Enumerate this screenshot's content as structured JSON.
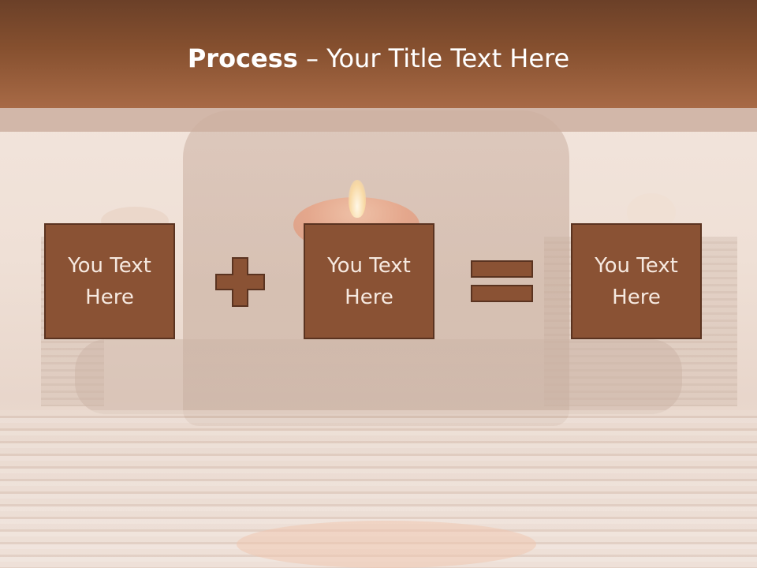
{
  "slide": {
    "title_bold": "Process",
    "title_rest": " – Your Title Text Here",
    "boxes": [
      {
        "line1": "You Text",
        "line2": "Here"
      },
      {
        "line1": "You Text",
        "line2": "Here"
      },
      {
        "line1": "You Text",
        "line2": "Here"
      }
    ],
    "operators": [
      "plus-icon",
      "equals-icon"
    ]
  },
  "colors": {
    "header": "#86502f",
    "box_fill": "#8a5234",
    "box_border": "#5a3320",
    "text_light": "#ffffff"
  }
}
